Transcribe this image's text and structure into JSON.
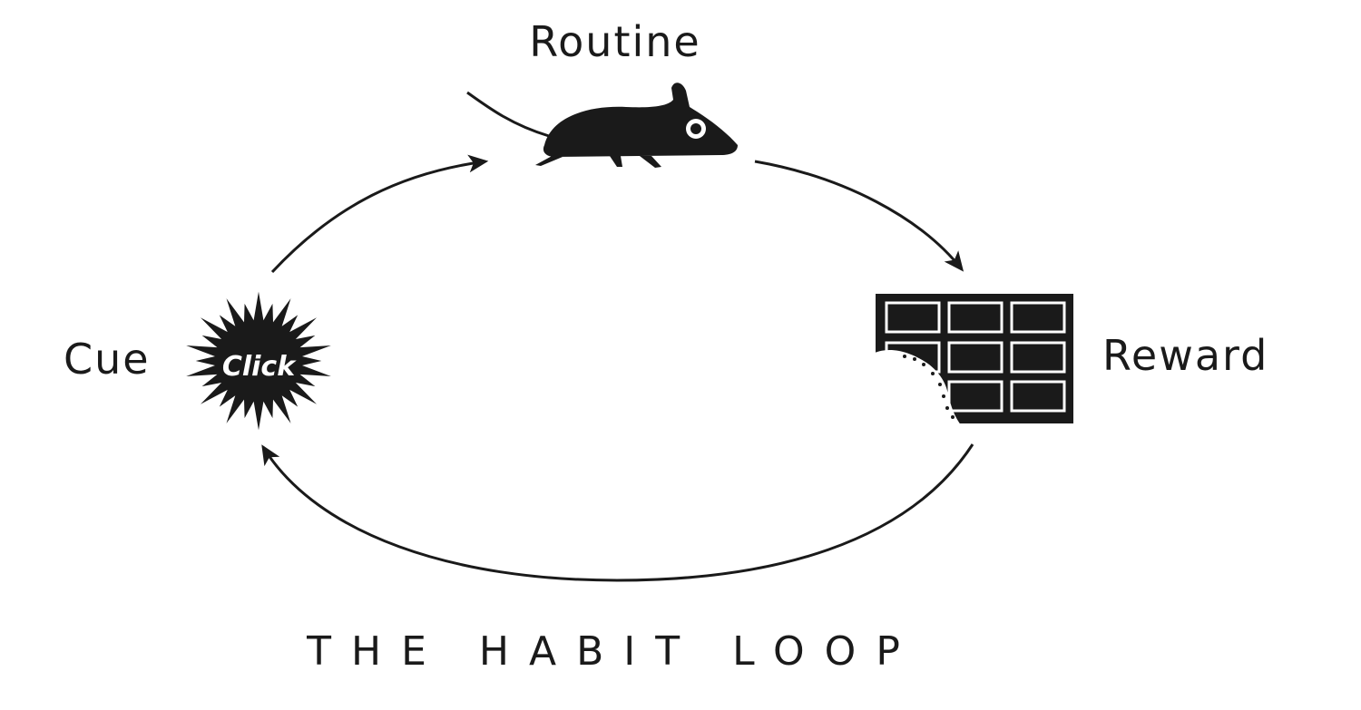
{
  "diagram": {
    "title": "THE HABIT LOOP",
    "nodes": {
      "routine": {
        "label": "Routine",
        "icon": "mouse-icon"
      },
      "reward": {
        "label": "Reward",
        "icon": "chocolate-bar-icon"
      },
      "cue": {
        "label": "Cue",
        "icon": "click-burst-icon",
        "icon_text": "Click"
      }
    },
    "edges": [
      {
        "from": "cue",
        "to": "routine"
      },
      {
        "from": "routine",
        "to": "reward"
      },
      {
        "from": "reward",
        "to": "cue"
      }
    ],
    "colors": {
      "ink": "#1a1a1a",
      "background": "#ffffff"
    }
  }
}
